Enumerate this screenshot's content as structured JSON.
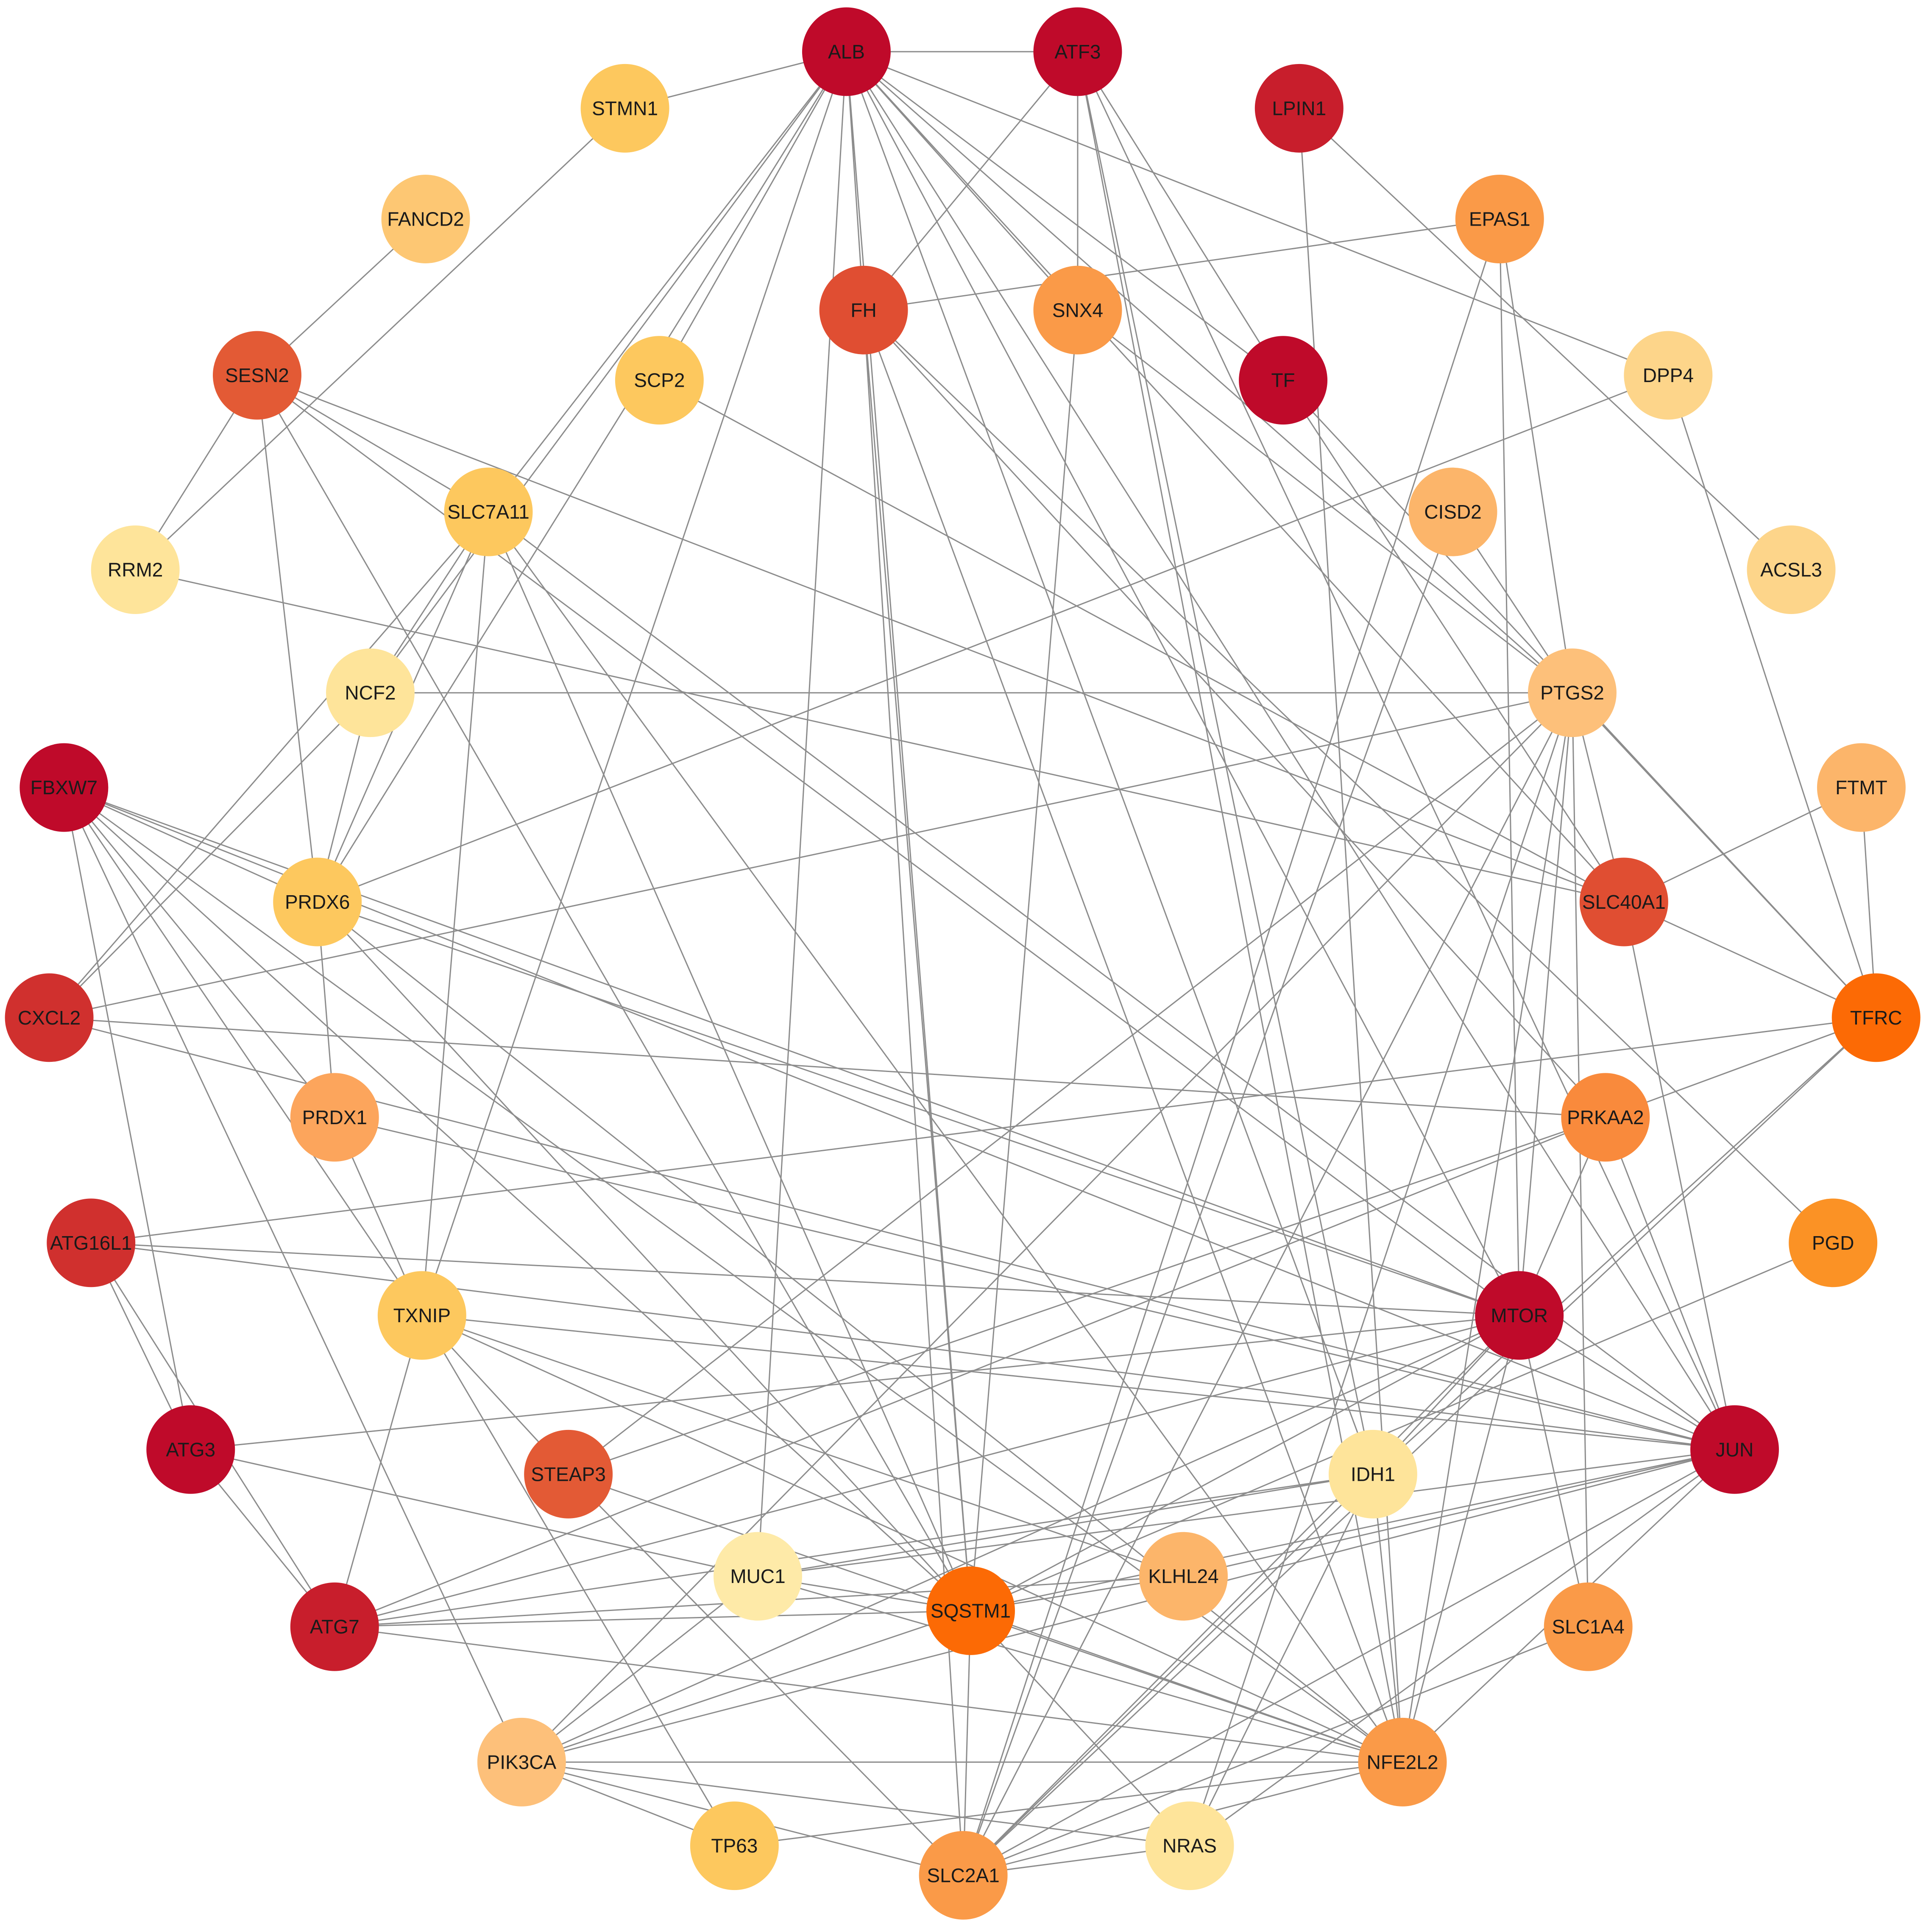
{
  "network": {
    "nodes": [
      {
        "id": "ALB",
        "label": "ALB",
        "color": "#bf0a2a"
      },
      {
        "id": "ATF3",
        "label": "ATF3",
        "color": "#bf0a2a"
      },
      {
        "id": "STMN1",
        "label": "STMN1",
        "color": "#fdc85e"
      },
      {
        "id": "LPIN1",
        "label": "LPIN1",
        "color": "#c81e2c"
      },
      {
        "id": "FANCD2",
        "label": "FANCD2",
        "color": "#fdc773"
      },
      {
        "id": "EPAS1",
        "label": "EPAS1",
        "color": "#fa9a48"
      },
      {
        "id": "FH",
        "label": "FH",
        "color": "#e04e32"
      },
      {
        "id": "SNX4",
        "label": "SNX4",
        "color": "#fa9a48"
      },
      {
        "id": "SESN2",
        "label": "SESN2",
        "color": "#e35a35"
      },
      {
        "id": "SCP2",
        "label": "SCP2",
        "color": "#fdc85e"
      },
      {
        "id": "TF",
        "label": "TF",
        "color": "#bf0a2a"
      },
      {
        "id": "DPP4",
        "label": "DPP4",
        "color": "#fdd58a"
      },
      {
        "id": "SLC7A11",
        "label": "SLC7A11",
        "color": "#fdc85e"
      },
      {
        "id": "CISD2",
        "label": "CISD2",
        "color": "#fcb56a"
      },
      {
        "id": "RRM2",
        "label": "RRM2",
        "color": "#fee49a"
      },
      {
        "id": "ACSL3",
        "label": "ACSL3",
        "color": "#fdd58a"
      },
      {
        "id": "NCF2",
        "label": "NCF2",
        "color": "#fee49a"
      },
      {
        "id": "PTGS2",
        "label": "PTGS2",
        "color": "#fdc07a"
      },
      {
        "id": "FBXW7",
        "label": "FBXW7",
        "color": "#bf0a2a"
      },
      {
        "id": "FTMT",
        "label": "FTMT",
        "color": "#fcb56a"
      },
      {
        "id": "PRDX6",
        "label": "PRDX6",
        "color": "#fdc85e"
      },
      {
        "id": "SLC40A1",
        "label": "SLC40A1",
        "color": "#e04e32"
      },
      {
        "id": "CXCL2",
        "label": "CXCL2",
        "color": "#d0302e"
      },
      {
        "id": "TFRC",
        "label": "TFRC",
        "color": "#fc6a05"
      },
      {
        "id": "PRDX1",
        "label": "PRDX1",
        "color": "#fca55c"
      },
      {
        "id": "PRKAA2",
        "label": "PRKAA2",
        "color": "#f98a3c"
      },
      {
        "id": "ATG16L1",
        "label": "ATG16L1",
        "color": "#d0302e"
      },
      {
        "id": "PGD",
        "label": "PGD",
        "color": "#fb9225"
      },
      {
        "id": "TXNIP",
        "label": "TXNIP",
        "color": "#fdc85e"
      },
      {
        "id": "MTOR",
        "label": "MTOR",
        "color": "#bf0a2a"
      },
      {
        "id": "ATG3",
        "label": "ATG3",
        "color": "#bf0a2a"
      },
      {
        "id": "STEAP3",
        "label": "STEAP3",
        "color": "#e35a35"
      },
      {
        "id": "IDH1",
        "label": "IDH1",
        "color": "#fee49a"
      },
      {
        "id": "JUN",
        "label": "JUN",
        "color": "#bf0a2a"
      },
      {
        "id": "MUC1",
        "label": "MUC1",
        "color": "#feeaa8"
      },
      {
        "id": "KLHL24",
        "label": "KLHL24",
        "color": "#fcb56a"
      },
      {
        "id": "ATG7",
        "label": "ATG7",
        "color": "#c81e2c"
      },
      {
        "id": "SQSTM1",
        "label": "SQSTM1",
        "color": "#fc6a05"
      },
      {
        "id": "SLC1A4",
        "label": "SLC1A4",
        "color": "#fa9a48"
      },
      {
        "id": "PIK3CA",
        "label": "PIK3CA",
        "color": "#fdc07a"
      },
      {
        "id": "NFE2L2",
        "label": "NFE2L2",
        "color": "#fa9a48"
      },
      {
        "id": "TP63",
        "label": "TP63",
        "color": "#fdc85e"
      },
      {
        "id": "NRAS",
        "label": "NRAS",
        "color": "#fee49a"
      },
      {
        "id": "SLC2A1",
        "label": "SLC2A1",
        "color": "#fa9a48"
      }
    ],
    "edges": [
      [
        "ALB",
        "ATF3"
      ],
      [
        "ALB",
        "STMN1"
      ],
      [
        "ALB",
        "FH"
      ],
      [
        "ALB",
        "SCP2"
      ],
      [
        "ALB",
        "SLC7A11"
      ],
      [
        "ALB",
        "PRDX6"
      ],
      [
        "ALB",
        "NCF2"
      ],
      [
        "ALB",
        "TF"
      ],
      [
        "ALB",
        "SNX4"
      ],
      [
        "ALB",
        "DPP4"
      ],
      [
        "ALB",
        "PTGS2"
      ],
      [
        "ALB",
        "SLC40A1"
      ],
      [
        "ALB",
        "MTOR"
      ],
      [
        "ALB",
        "IDH1"
      ],
      [
        "ALB",
        "JUN"
      ],
      [
        "ALB",
        "SQSTM1"
      ],
      [
        "ALB",
        "MUC1"
      ],
      [
        "ALB",
        "TXNIP"
      ],
      [
        "ATF3",
        "FH"
      ],
      [
        "ATF3",
        "SNX4"
      ],
      [
        "ATF3",
        "TF"
      ],
      [
        "ATF3",
        "IDH1"
      ],
      [
        "ATF3",
        "NFE2L2"
      ],
      [
        "ATF3",
        "JUN"
      ],
      [
        "STMN1",
        "RRM2"
      ],
      [
        "FANCD2",
        "SESN2"
      ],
      [
        "LPIN1",
        "ACSL3"
      ],
      [
        "LPIN1",
        "NFE2L2"
      ],
      [
        "EPAS1",
        "FH"
      ],
      [
        "EPAS1",
        "PTGS2"
      ],
      [
        "EPAS1",
        "SLC2A1"
      ],
      [
        "EPAS1",
        "MTOR"
      ],
      [
        "FH",
        "SQSTM1"
      ],
      [
        "FH",
        "SLC2A1"
      ],
      [
        "FH",
        "PRKAA2"
      ],
      [
        "FH",
        "NFE2L2"
      ],
      [
        "FH",
        "PGD"
      ],
      [
        "SNX4",
        "SQSTM1"
      ],
      [
        "SNX4",
        "PTGS2"
      ],
      [
        "SESN2",
        "RRM2"
      ],
      [
        "SESN2",
        "SLC7A11"
      ],
      [
        "SESN2",
        "PRDX6"
      ],
      [
        "SESN2",
        "MTOR"
      ],
      [
        "SESN2",
        "SQSTM1"
      ],
      [
        "SESN2",
        "SLC40A1"
      ],
      [
        "SCP2",
        "SLC40A1"
      ],
      [
        "TF",
        "TFRC"
      ],
      [
        "TF",
        "SLC40A1"
      ],
      [
        "DPP4",
        "PRDX6"
      ],
      [
        "DPP4",
        "TFRC"
      ],
      [
        "SLC7A11",
        "CXCL2"
      ],
      [
        "SLC7A11",
        "NCF2"
      ],
      [
        "SLC7A11",
        "TXNIP"
      ],
      [
        "SLC7A11",
        "PRDX6"
      ],
      [
        "SLC7A11",
        "JUN"
      ],
      [
        "SLC7A11",
        "NFE2L2"
      ],
      [
        "SLC7A11",
        "SQSTM1"
      ],
      [
        "CISD2",
        "PTGS2"
      ],
      [
        "CISD2",
        "SLC2A1"
      ],
      [
        "RRM2",
        "SLC40A1"
      ],
      [
        "NCF2",
        "PTGS2"
      ],
      [
        "NCF2",
        "PRDX6"
      ],
      [
        "NCF2",
        "CXCL2"
      ],
      [
        "PTGS2",
        "SLC40A1"
      ],
      [
        "PTGS2",
        "TFRC"
      ],
      [
        "PTGS2",
        "MTOR"
      ],
      [
        "PTGS2",
        "SLC2A1"
      ],
      [
        "PTGS2",
        "STEAP3"
      ],
      [
        "PTGS2",
        "CXCL2"
      ],
      [
        "PTGS2",
        "NRAS"
      ],
      [
        "PTGS2",
        "PIK3CA"
      ],
      [
        "PTGS2",
        "NFE2L2"
      ],
      [
        "FBXW7",
        "PRDX6"
      ],
      [
        "FBXW7",
        "MTOR"
      ],
      [
        "FBXW7",
        "JUN"
      ],
      [
        "FBXW7",
        "TXNIP"
      ],
      [
        "FBXW7",
        "PRDX1"
      ],
      [
        "FBXW7",
        "PIK3CA"
      ],
      [
        "FBXW7",
        "NFE2L2"
      ],
      [
        "FBXW7",
        "SQSTM1"
      ],
      [
        "FBXW7",
        "ATG3"
      ],
      [
        "FTMT",
        "TFRC"
      ],
      [
        "FTMT",
        "SLC40A1"
      ],
      [
        "PRDX6",
        "PRDX1"
      ],
      [
        "PRDX6",
        "SQSTM1"
      ],
      [
        "PRDX6",
        "NFE2L2"
      ],
      [
        "PRDX6",
        "MTOR"
      ],
      [
        "SLC40A1",
        "TFRC"
      ],
      [
        "SLC40A1",
        "JUN"
      ],
      [
        "CXCL2",
        "PRKAA2"
      ],
      [
        "CXCL2",
        "JUN"
      ],
      [
        "TFRC",
        "PRKAA2"
      ],
      [
        "TFRC",
        "ATG16L1"
      ],
      [
        "TFRC",
        "SLC2A1"
      ],
      [
        "TFRC",
        "IDH1"
      ],
      [
        "PRDX1",
        "TXNIP"
      ],
      [
        "PRDX1",
        "JUN"
      ],
      [
        "PRKAA2",
        "MTOR"
      ],
      [
        "PRKAA2",
        "STEAP3"
      ],
      [
        "PRKAA2",
        "JUN"
      ],
      [
        "PRKAA2",
        "ATG7"
      ],
      [
        "ATG16L1",
        "ATG3"
      ],
      [
        "ATG16L1",
        "ATG7"
      ],
      [
        "ATG16L1",
        "MTOR"
      ],
      [
        "ATG16L1",
        "JUN"
      ],
      [
        "PGD",
        "SQSTM1"
      ],
      [
        "TXNIP",
        "ATG7"
      ],
      [
        "TXNIP",
        "STEAP3"
      ],
      [
        "TXNIP",
        "JUN"
      ],
      [
        "TXNIP",
        "NFE2L2"
      ],
      [
        "TXNIP",
        "KLHL24"
      ],
      [
        "TXNIP",
        "TP63"
      ],
      [
        "MTOR",
        "ATG3"
      ],
      [
        "MTOR",
        "ATG7"
      ],
      [
        "MTOR",
        "IDH1"
      ],
      [
        "MTOR",
        "SQSTM1"
      ],
      [
        "MTOR",
        "PIK3CA"
      ],
      [
        "MTOR",
        "JUN"
      ],
      [
        "MTOR",
        "NFE2L2"
      ],
      [
        "MTOR",
        "SLC2A1"
      ],
      [
        "MTOR",
        "SLC1A4"
      ],
      [
        "ATG3",
        "ATG7"
      ],
      [
        "ATG3",
        "MUC1"
      ],
      [
        "STEAP3",
        "NFE2L2"
      ],
      [
        "STEAP3",
        "SLC2A1"
      ],
      [
        "IDH1",
        "MUC1"
      ],
      [
        "IDH1",
        "NRAS"
      ],
      [
        "IDH1",
        "NFE2L2"
      ],
      [
        "IDH1",
        "SLC2A1"
      ],
      [
        "IDH1",
        "ATG7"
      ],
      [
        "JUN",
        "MUC1"
      ],
      [
        "JUN",
        "KLHL24"
      ],
      [
        "JUN",
        "NFE2L2"
      ],
      [
        "JUN",
        "SLC2A1"
      ],
      [
        "JUN",
        "PIK3CA"
      ],
      [
        "JUN",
        "NRAS"
      ],
      [
        "JUN",
        "SQSTM1"
      ],
      [
        "MUC1",
        "SQSTM1"
      ],
      [
        "MUC1",
        "PIK3CA"
      ],
      [
        "MUC1",
        "NFE2L2"
      ],
      [
        "KLHL24",
        "SQSTM1"
      ],
      [
        "KLHL24",
        "ATG7"
      ],
      [
        "ATG7",
        "SQSTM1"
      ],
      [
        "ATG7",
        "NFE2L2"
      ],
      [
        "SQSTM1",
        "SLC2A1"
      ],
      [
        "SQSTM1",
        "NFE2L2"
      ],
      [
        "SQSTM1",
        "PIK3CA"
      ],
      [
        "SQSTM1",
        "NRAS"
      ],
      [
        "SLC1A4",
        "PTGS2"
      ],
      [
        "SLC1A4",
        "SLC2A1"
      ],
      [
        "PIK3CA",
        "TP63"
      ],
      [
        "PIK3CA",
        "NRAS"
      ],
      [
        "PIK3CA",
        "NFE2L2"
      ],
      [
        "PIK3CA",
        "SLC2A1"
      ],
      [
        "NFE2L2",
        "TP63"
      ],
      [
        "NFE2L2",
        "SLC2A1"
      ],
      [
        "NRAS",
        "SLC2A1"
      ]
    ]
  }
}
